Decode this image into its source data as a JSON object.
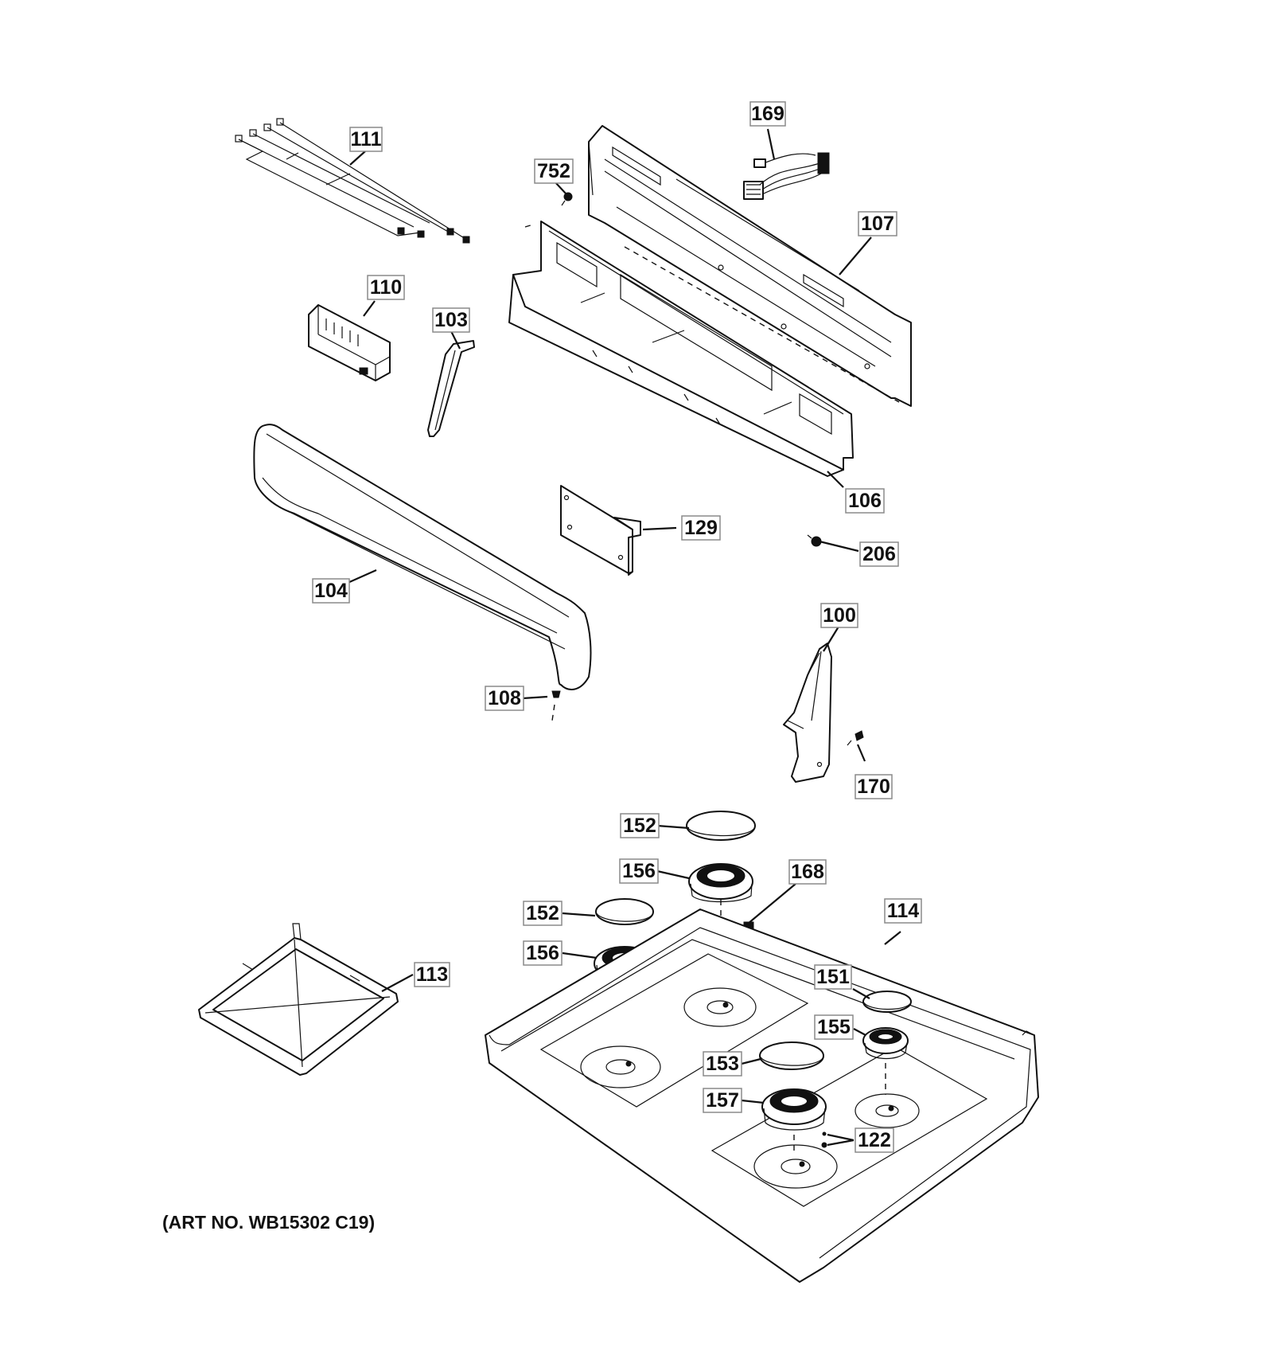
{
  "art_number": "(ART NO. WB15302 C19)",
  "callouts": [
    {
      "id": "111",
      "label": "111"
    },
    {
      "id": "169",
      "label": "169"
    },
    {
      "id": "752",
      "label": "752"
    },
    {
      "id": "107",
      "label": "107"
    },
    {
      "id": "110",
      "label": "110"
    },
    {
      "id": "103",
      "label": "103"
    },
    {
      "id": "106",
      "label": "106"
    },
    {
      "id": "129",
      "label": "129"
    },
    {
      "id": "206",
      "label": "206"
    },
    {
      "id": "104",
      "label": "104"
    },
    {
      "id": "100",
      "label": "100"
    },
    {
      "id": "108",
      "label": "108"
    },
    {
      "id": "170",
      "label": "170"
    },
    {
      "id": "152a",
      "label": "152"
    },
    {
      "id": "156a",
      "label": "156"
    },
    {
      "id": "168",
      "label": "168"
    },
    {
      "id": "152b",
      "label": "152"
    },
    {
      "id": "114",
      "label": "114"
    },
    {
      "id": "156b",
      "label": "156"
    },
    {
      "id": "113",
      "label": "113"
    },
    {
      "id": "151",
      "label": "151"
    },
    {
      "id": "155",
      "label": "155"
    },
    {
      "id": "153",
      "label": "153"
    },
    {
      "id": "157",
      "label": "157"
    },
    {
      "id": "122",
      "label": "122"
    }
  ]
}
